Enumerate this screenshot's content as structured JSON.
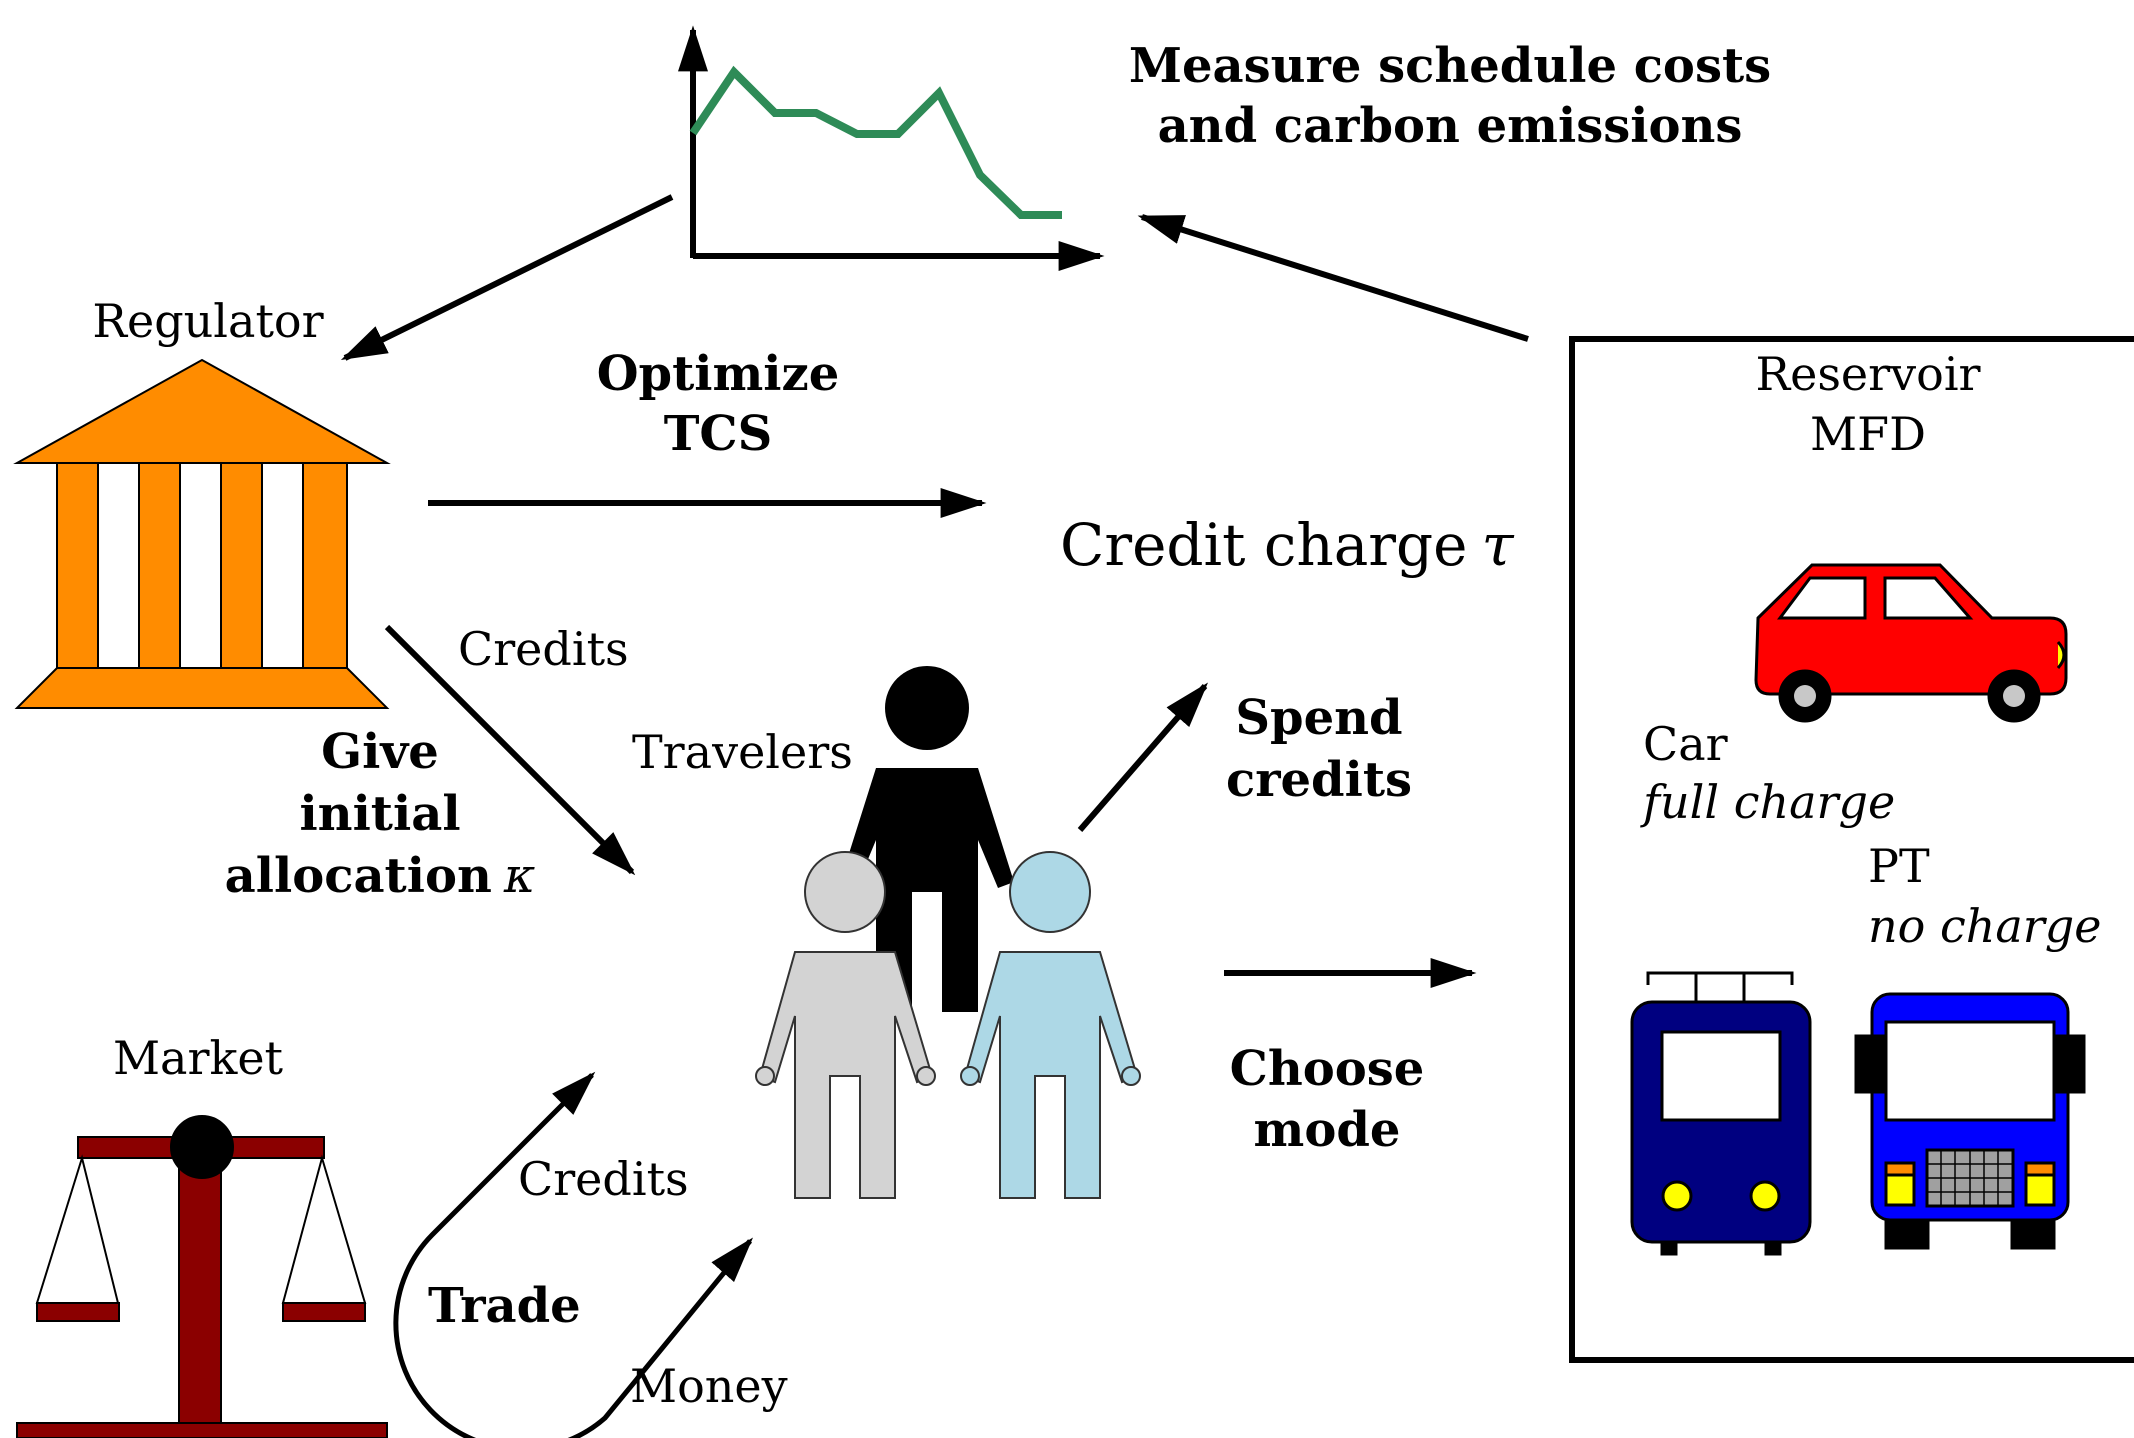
{
  "title": {
    "line1": "Measure schedule costs",
    "line2": "and carbon emissions"
  },
  "regulator": {
    "label": "Regulator"
  },
  "optimize": {
    "line1": "Optimize",
    "line2": "TCS"
  },
  "credit_charge": {
    "text": "Credit charge",
    "symbol": "τ"
  },
  "credits_top": "Credits",
  "give": {
    "line1": "Give",
    "line2": "initial",
    "line3": "allocation",
    "symbol": "κ"
  },
  "travelers": {
    "label": "Travelers"
  },
  "spend": {
    "line1": "Spend",
    "line2": "credits"
  },
  "choose": {
    "line1": "Choose",
    "line2": "mode"
  },
  "market": {
    "label": "Market"
  },
  "trade": {
    "label": "Trade",
    "credits": "Credits",
    "money": "Money"
  },
  "reservoir": {
    "line1": "Reservoir",
    "line2": "MFD",
    "car": {
      "label": "Car",
      "charge": "full charge"
    },
    "pt": {
      "label": "PT",
      "charge": "no charge"
    }
  },
  "colors": {
    "line_green": "#2e8b57",
    "regulator_orange": "#ff8c00",
    "car_red": "#ff0000",
    "tram_navy": "#000080",
    "bus_blue": "#0000ff",
    "scale_red": "#8b0000",
    "traveler_black": "#000000",
    "traveler_grey": "#d3d3d3",
    "traveler_blue": "#add8e6"
  },
  "icons": [
    "line-chart-icon",
    "bank-icon",
    "scale-icon",
    "traveler-icon",
    "car-icon",
    "tram-icon",
    "bus-icon"
  ]
}
